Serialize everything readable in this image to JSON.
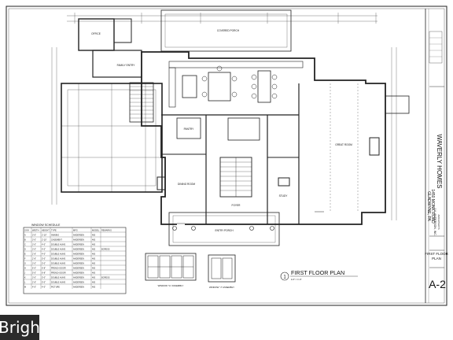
{
  "project": {
    "name": "WAVERLY HOMES",
    "address_line1": "1450 MONK ROAD",
    "address_line2": "GLADWYNE, PA"
  },
  "sheet": {
    "title_top": "FIRST FLOOR",
    "title_bottom": "PLAN",
    "number": "A-2",
    "firm_line1": "J.A. ANDERSON, INC.",
    "firm_line2": "ARCHITECTS"
  },
  "drawing": {
    "title": "FIRST FLOOR PLAN",
    "callout": "1",
    "scale": "1/4\" = 1'-0\""
  },
  "rooms": {
    "office": "OFFICE",
    "family_entry": "FAMILY ENTRY",
    "great_room": "GREAT ROOM",
    "dining_room": "DINING ROOM",
    "foyer": "FOYER",
    "study": "STUDY",
    "pantry": "PANTRY",
    "entry_porch_top": "COVERED PORCH",
    "entry_porch_bottom": "ENTRY PORCH"
  },
  "window_schedule": {
    "title": "WINDOW SCHEDULE",
    "headers": [
      "SYM",
      "WIDTH",
      "HEIGHT",
      "TYPE",
      "MFG",
      "MODEL",
      "REMARKS"
    ],
    "rows": [
      [
        "A",
        "3'-0\"",
        "2'-10\"",
        "AWNING",
        "ANDERSEN",
        "400",
        ""
      ],
      [
        "B",
        "3'-0\"",
        "2'-10\"",
        "CASEMENT",
        "ANDERSEN",
        "400",
        ""
      ],
      [
        "C",
        "3'-0\"",
        "4'-0\"",
        "DOUBLE HUNG",
        "ANDERSEN",
        "400",
        ""
      ],
      [
        "D",
        "3'-0\"",
        "4'-0\"",
        "DOUBLE HUNG",
        "ANDERSEN",
        "400",
        "EGRESS"
      ],
      [
        "E",
        "2'-6\"",
        "4'-0\"",
        "DOUBLE HUNG",
        "ANDERSEN",
        "400",
        ""
      ],
      [
        "F",
        "2'-6\"",
        "5'-0\"",
        "DOUBLE HUNG",
        "ANDERSEN",
        "400",
        ""
      ],
      [
        "G",
        "3'-0\"",
        "5'-0\"",
        "DOUBLE HUNG",
        "ANDERSEN",
        "400",
        ""
      ],
      [
        "H",
        "6'-0\"",
        "6'-8\"",
        "FRENCH DOOR",
        "ANDERSEN",
        "400",
        ""
      ],
      [
        "J",
        "5'-0\"",
        "6'-8\"",
        "FRENCH DOOR",
        "ANDERSEN",
        "400",
        ""
      ],
      [
        "K",
        "3'-0\"",
        "5'-0\"",
        "DOUBLE HUNG",
        "ANDERSEN",
        "400",
        "EGRESS"
      ],
      [
        "L",
        "2'-6\"",
        "5'-0\"",
        "DOUBLE HUNG",
        "ANDERSEN",
        "400",
        ""
      ],
      [
        "M",
        "4'-0\"",
        "4'-0\"",
        "PICTURE",
        "ANDERSEN",
        "400",
        ""
      ]
    ]
  },
  "details": {
    "left_caption": "WINDOW \"G\" ASSEMBLY",
    "right_caption": "WINDOW \"J\" ASSEMBLY"
  },
  "watermark": "Bright MLS"
}
